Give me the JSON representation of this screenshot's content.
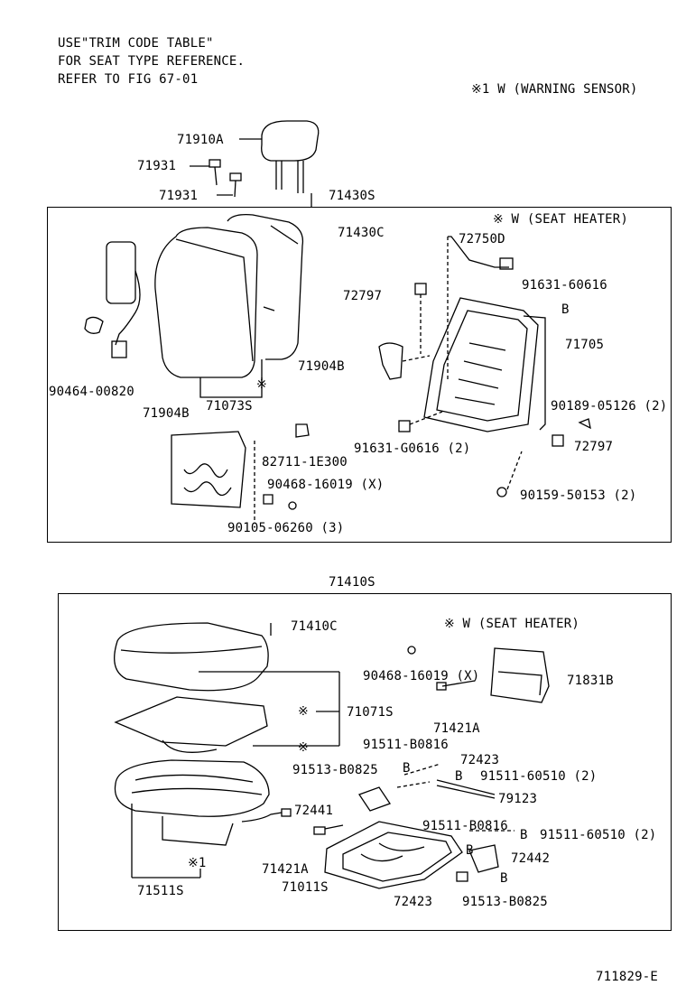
{
  "notes": {
    "line1": "USE\"TRIM CODE TABLE\"",
    "line2": "FOR SEAT TYPE REFERENCE.",
    "line3": "REFER TO FIG 67-01",
    "warning": "※1 W (WARNING SENSOR)"
  },
  "upper": {
    "assembly": "71430S",
    "heater_note": "※ W (SEAT HEATER)",
    "parts": {
      "p71910A": "71910A",
      "p71931a": "71931",
      "p71931b": "71931",
      "p71430C": "71430C",
      "p72750D": "72750D",
      "p72797a": "72797",
      "p9163160616": "91631-60616",
      "b1": "B",
      "p71705": "71705",
      "p71904Ba": "71904B",
      "p90189": "90189-05126 (2)",
      "p72797b": "72797",
      "p91631G": "91631-G0616 (2)",
      "p9046400820": "90464-00820",
      "p71073S": "71073S",
      "mark1": "※",
      "p71904Bb": "71904B",
      "p82711": "82711-1E300",
      "p90468": "90468-16019 (X)",
      "p90105": "90105-06260 (3)",
      "p90159": "90159-50153 (2)"
    }
  },
  "lower": {
    "assembly": "71410S",
    "heater_note": "※ W (SEAT HEATER)",
    "parts": {
      "p71410C": "71410C",
      "p90468": "90468-16019 (X)",
      "p71831B": "71831B",
      "mark2": "※",
      "p71071S": "71071S",
      "mark3": "※",
      "p71421Aa": "71421A",
      "p91511B0816a": "91511-B0816",
      "p72423a": "72423",
      "p91513B0825a": "91513-B0825",
      "b2": "B",
      "b3": "B",
      "p9151160510a": "91511-60510 (2)",
      "p79123": "79123",
      "p72441": "72441",
      "p91511B0816b": "91511-B0816",
      "b4": "B",
      "p9151160510b": "91511-60510 (2)",
      "b5": "B",
      "p72442": "72442",
      "mark4": "※1",
      "p71421Ab": "71421A",
      "b6": "B",
      "p71511S": "71511S",
      "p71011S": "71011S",
      "p72423b": "72423",
      "p91513B0825b": "91513-B0825"
    }
  },
  "figure_number": "711829-E"
}
